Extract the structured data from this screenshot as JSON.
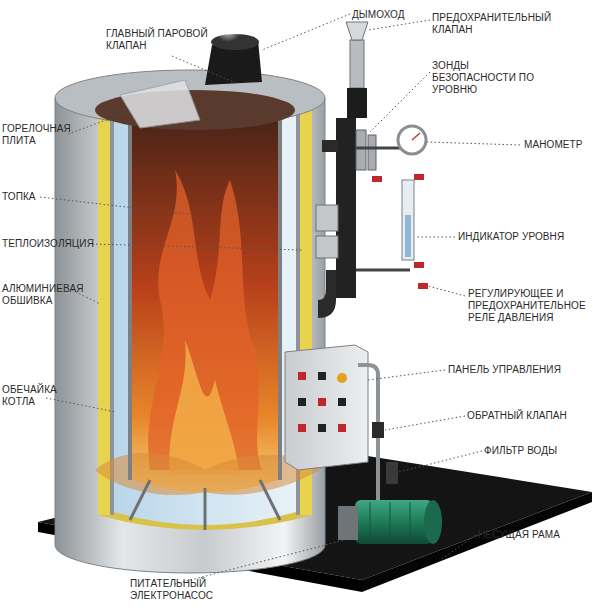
{
  "diagram": {
    "labels": [
      "ГЛАВНЫЙ ПАРОВОЙ КЛАПАН",
      "ГОРЕЛОЧНАЯ ПЛИТА",
      "ТОПКА",
      "ТЕПЛОИЗОЛЯЦИЯ",
      "АЛЮМИНИЕВАЯ ОБШИВКА",
      "ОБЕЧАЙКА КОТЛА",
      "ПИТАТЕЛЬНЫЙ ЭЛЕКТРОНАСОС",
      "ДЫМОХОД",
      "ПРЕДОХРАНИТЕЛЬНЫЙ КЛАПАН",
      "ЗОНДЫ БЕЗОПАСНОСТИ ПО УРОВНЮ",
      "МАНОМЕТР",
      "ИНДИКАТОР УРОВНЯ",
      "РЕГУЛИРУЮЩЕЕ И ПРЕДОХРАНИТЕЛЬНОЕ РЕЛЕ ДАВЛЕНИЯ",
      "ПАНЕЛЬ УПРАВЛЕНИЯ",
      "ОБРАТНЫЙ КЛАПАН",
      "ФИЛЬТР ВОДЫ",
      "НЕСУЩАЯ РАМА"
    ]
  }
}
